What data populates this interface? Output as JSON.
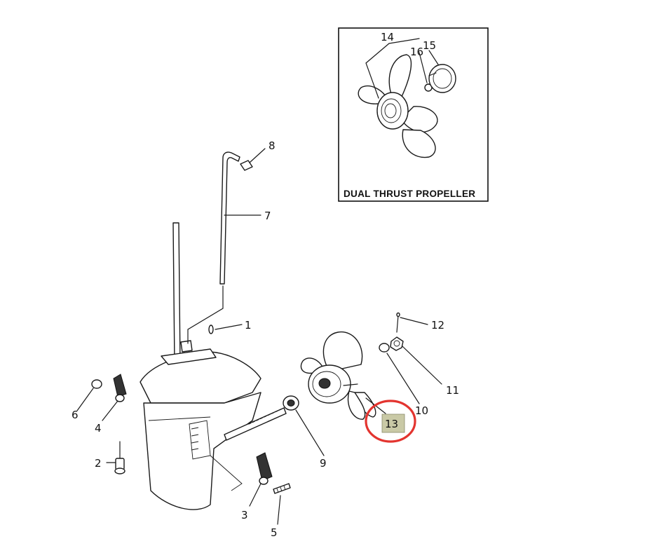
{
  "diagram": {
    "inset": {
      "title": "DUAL THRUST PROPELLER",
      "labels": [
        "14",
        "16",
        "15"
      ]
    },
    "callouts": [
      "1",
      "2",
      "3",
      "4",
      "5",
      "6",
      "7",
      "8",
      "9",
      "10",
      "11",
      "12"
    ],
    "highlighted_callout": {
      "label": "13",
      "highlight_color": "#e3342f",
      "label_background": "#c9c9a6"
    }
  }
}
